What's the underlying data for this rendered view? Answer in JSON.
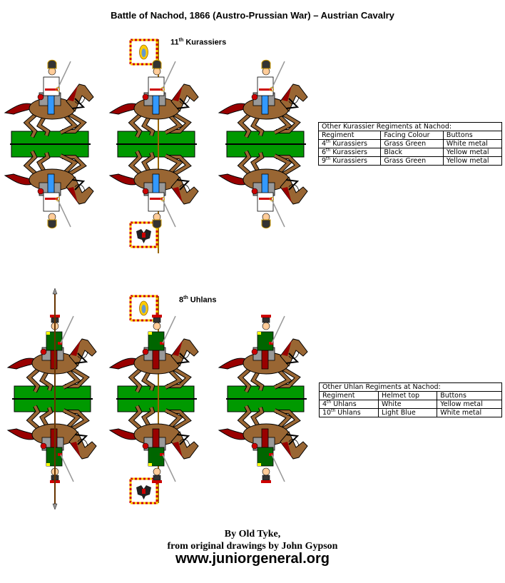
{
  "title": "Battle of Nachod, 1866 (Austro-Prussian War) – Austrian Cavalry",
  "units": [
    {
      "number": "11",
      "suffix": "th",
      "name": "Kurassiers"
    },
    {
      "number": "8",
      "suffix": "th",
      "name": "Uhlans"
    }
  ],
  "kurassier_table": {
    "caption": "Other Kurassier Regiments at Nachod:",
    "headers": [
      "Regiment",
      "Facing Colour",
      "Buttons"
    ],
    "rows": [
      {
        "num": "4",
        "sup": "th",
        "name": "Kurassiers",
        "facing": "Grass Green",
        "buttons": "White metal"
      },
      {
        "num": "6",
        "sup": "th",
        "name": "Kurassiers",
        "facing": "Black",
        "buttons": "Yellow metal"
      },
      {
        "num": "9",
        "sup": "th",
        "name": "Kurassiers",
        "facing": "Grass Green",
        "buttons": "Yellow metal"
      }
    ]
  },
  "uhlan_table": {
    "caption": "Other Uhlan Regiments at Nachod:",
    "headers": [
      "Regiment",
      "Helmet top",
      "Buttons"
    ],
    "rows": [
      {
        "num": "4",
        "sup": "th",
        "name": "Uhlans",
        "helmet": "White",
        "buttons": "Yellow metal"
      },
      {
        "num": "10",
        "sup": "th",
        "name": "Uhlans",
        "helmet": "Light Blue",
        "buttons": "White metal"
      }
    ]
  },
  "credits": {
    "author": "By Old Tyke,",
    "source": "from original drawings by John Gypson",
    "url": "www.juniorgeneral.org"
  },
  "colors": {
    "base_green": "#009900",
    "horse_brown": "#996633",
    "mane_red": "#990000",
    "kurassier_coat": "#ffffff",
    "kurassier_trousers": "#3399ff",
    "uhlan_coat": "#006600"
  }
}
